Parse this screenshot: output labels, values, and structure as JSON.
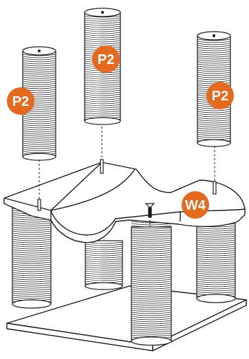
{
  "labels": {
    "post_left": "P2",
    "post_center": "P2",
    "post_right": "P2",
    "screw": "W4"
  },
  "colors": {
    "badge": "#e46a1f",
    "line": "#1a1a1a",
    "fill": "#ffffff"
  }
}
